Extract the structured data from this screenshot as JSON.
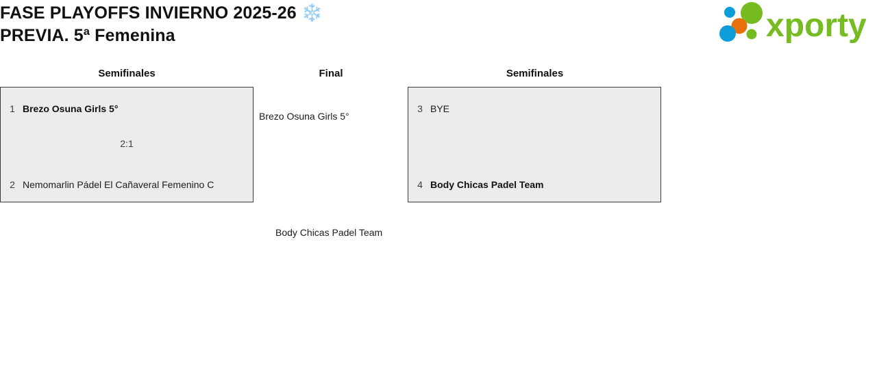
{
  "header": {
    "title": "FASE PLAYOFFS INVIERNO 2025-26 ❄️\nPREVIA. 5ª Femenina",
    "logo": {
      "wordmark": "xporty",
      "colors": {
        "green": "#76bc21",
        "blue": "#0d9ddb",
        "orange": "#e8700a"
      }
    }
  },
  "bracket": {
    "rounds": {
      "left_semifinal_label": "Semifinales",
      "final_label": "Final",
      "right_semifinal_label": "Semifinales"
    },
    "matches": [
      {
        "round": "Semifinales",
        "side": "left",
        "score": "2:1",
        "competitors": [
          {
            "seed": "1",
            "name": "Brezo Osuna Girls 5°",
            "winner": true
          },
          {
            "seed": "2",
            "name": "Nemomarlin Pádel El Cañaveral Femenino C",
            "winner": false
          }
        ]
      },
      {
        "round": "Semifinales",
        "side": "right",
        "score": "",
        "competitors": [
          {
            "seed": "3",
            "name": "BYE",
            "winner": false
          },
          {
            "seed": "4",
            "name": "Body Chicas Padel Team",
            "winner": true
          }
        ]
      }
    ],
    "final": {
      "top_slot": "Brezo Osuna Girls 5°",
      "bottom_slot": "Body Chicas Padel Team"
    }
  },
  "theme": {
    "box_background": "#ececec",
    "box_border": "#3a3a3a",
    "page_background": "#ffffff",
    "text": "#1c1c1c"
  }
}
